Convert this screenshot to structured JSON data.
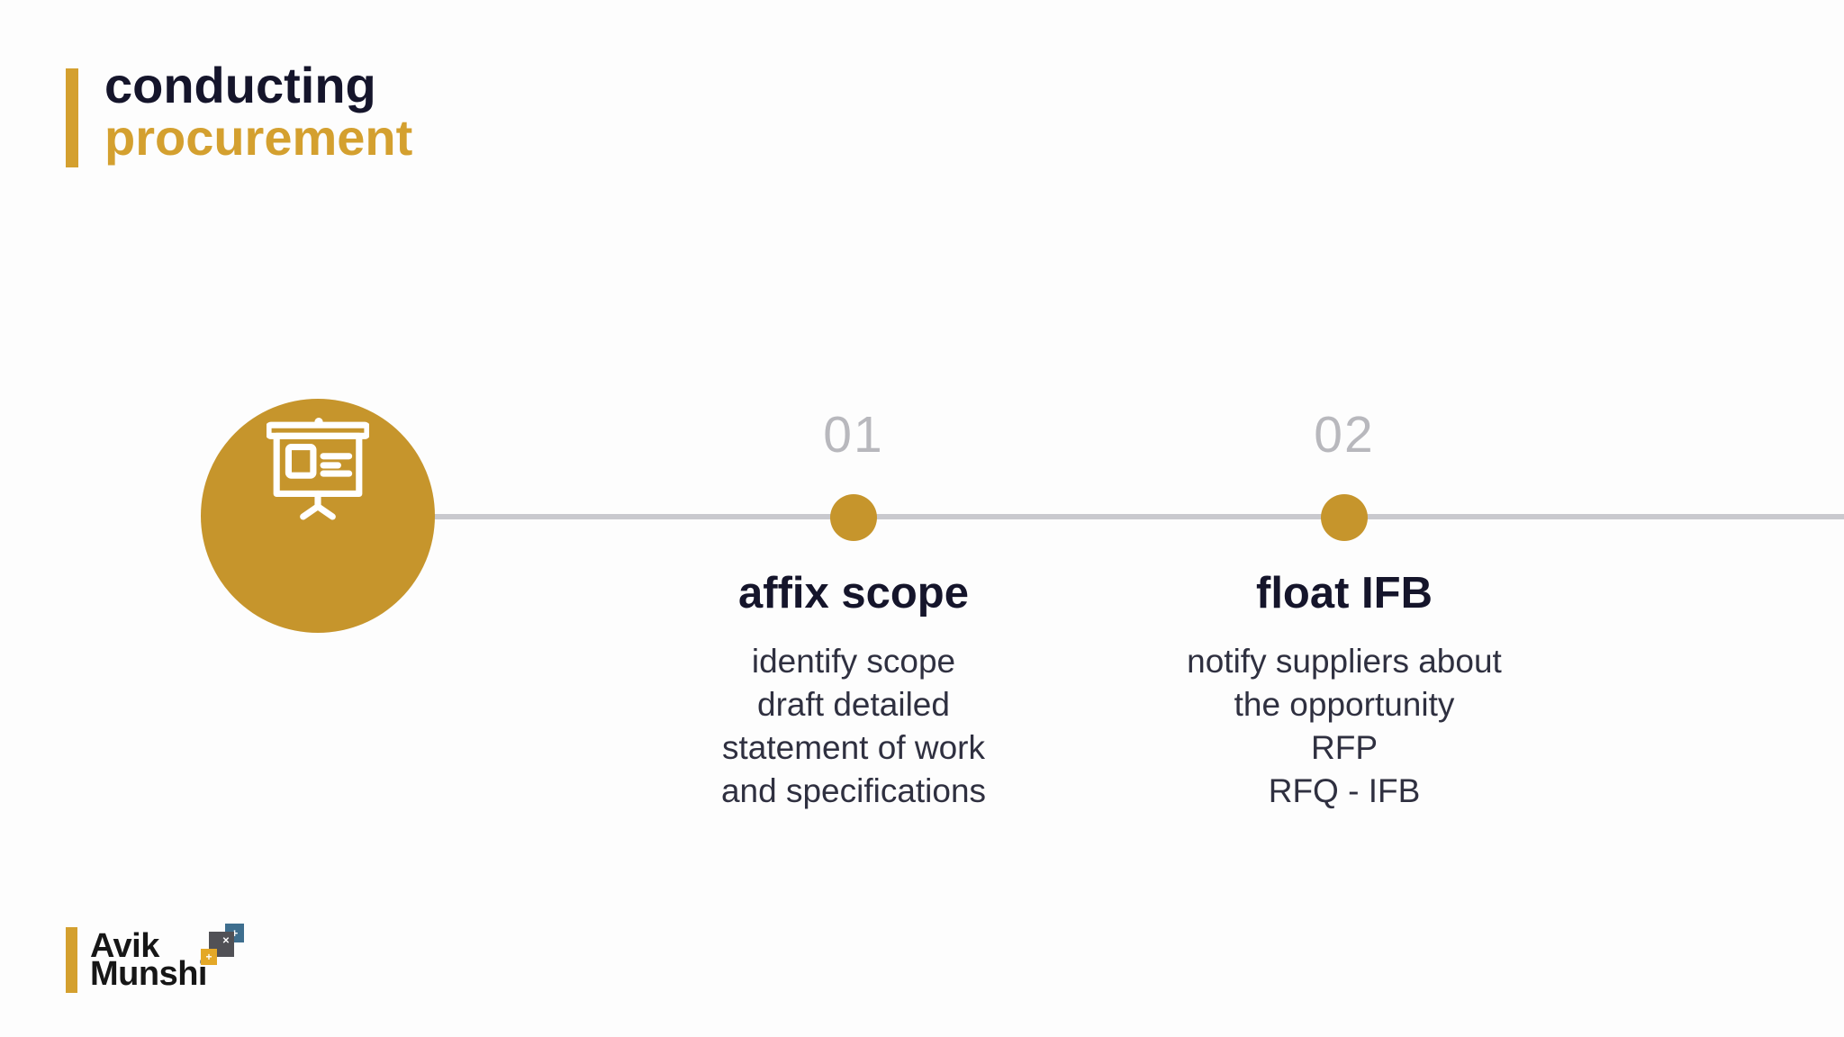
{
  "title": {
    "line1": "conducting",
    "line2": "procurement"
  },
  "timeline": {
    "start_node_icon": "presentation-board-icon",
    "steps": [
      {
        "number": "01",
        "title": "affix scope",
        "body": [
          "identify scope",
          "draft detailed",
          "statement of work",
          "and specifications"
        ]
      },
      {
        "number": "02",
        "title": "float IFB",
        "body": [
          "notify suppliers about",
          "the opportunity",
          "RFP",
          "RFQ - IFB"
        ]
      }
    ]
  },
  "logo": {
    "line1": "Avik",
    "line2": "Munshi",
    "glyphs": {
      "plus": "+",
      "x": "✕"
    }
  },
  "colors": {
    "gold": "#C6952C",
    "title_gold": "#D4A02F",
    "heading_navy": "#15152B",
    "body_text": "#2F3040",
    "step_number_gray": "#B8B8BD",
    "timeline_line_gray": "#C9C9CE",
    "logo_blue": "#3E6E8E",
    "logo_gray": "#515156",
    "logo_gold": "#E4A827",
    "background": "#FDFDFD"
  }
}
